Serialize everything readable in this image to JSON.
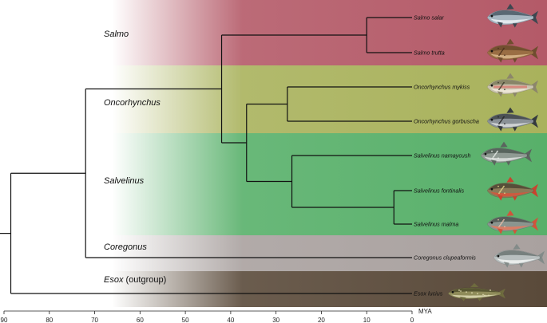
{
  "groups": [
    {
      "label": "Salmo",
      "suffix": "",
      "color": "#b45a68"
    },
    {
      "label": "Oncorhynchus",
      "suffix": "",
      "color": "#a9b25c"
    },
    {
      "label": "Salvelinus",
      "suffix": "",
      "color": "#58b06a"
    },
    {
      "label": "Coregonus",
      "suffix": "",
      "color": "#a9a19f"
    },
    {
      "label": "Esox",
      "suffix": " (outgroup)",
      "color": "#5a4a3a"
    }
  ],
  "species": [
    {
      "name": "Salmo salar",
      "fish_icon": "atlantic-salmon"
    },
    {
      "name": "Salmo trutta",
      "fish_icon": "brown-trout"
    },
    {
      "name": "Oncorhynchus mykiss",
      "fish_icon": "rainbow-trout"
    },
    {
      "name": "Oncorhynchus gorbuscha",
      "fish_icon": "pink-salmon"
    },
    {
      "name": "Salvelinus namaycush",
      "fish_icon": "lake-trout"
    },
    {
      "name": "Salvelinus fontinalis",
      "fish_icon": "brook-trout"
    },
    {
      "name": "Salvelinus malma",
      "fish_icon": "dolly-varden"
    },
    {
      "name": "Coregonus clupeaformis",
      "fish_icon": "lake-whitefish"
    },
    {
      "name": "Esox lucius",
      "fish_icon": "northern-pike"
    }
  ],
  "nodes_mya": {
    "root": 88.5,
    "salmonidae": 72,
    "salmoninae": 42,
    "oncorhynchus_salvelinus": 36.5,
    "salvelinus": 26.5,
    "oncorhynchus": 27.5,
    "salmo": 10,
    "fontinalis_malma": 4
  },
  "axis": {
    "title": "MYA",
    "ticks": [
      "90",
      "80",
      "70",
      "60",
      "50",
      "40",
      "30",
      "20",
      "10",
      "0"
    ]
  }
}
